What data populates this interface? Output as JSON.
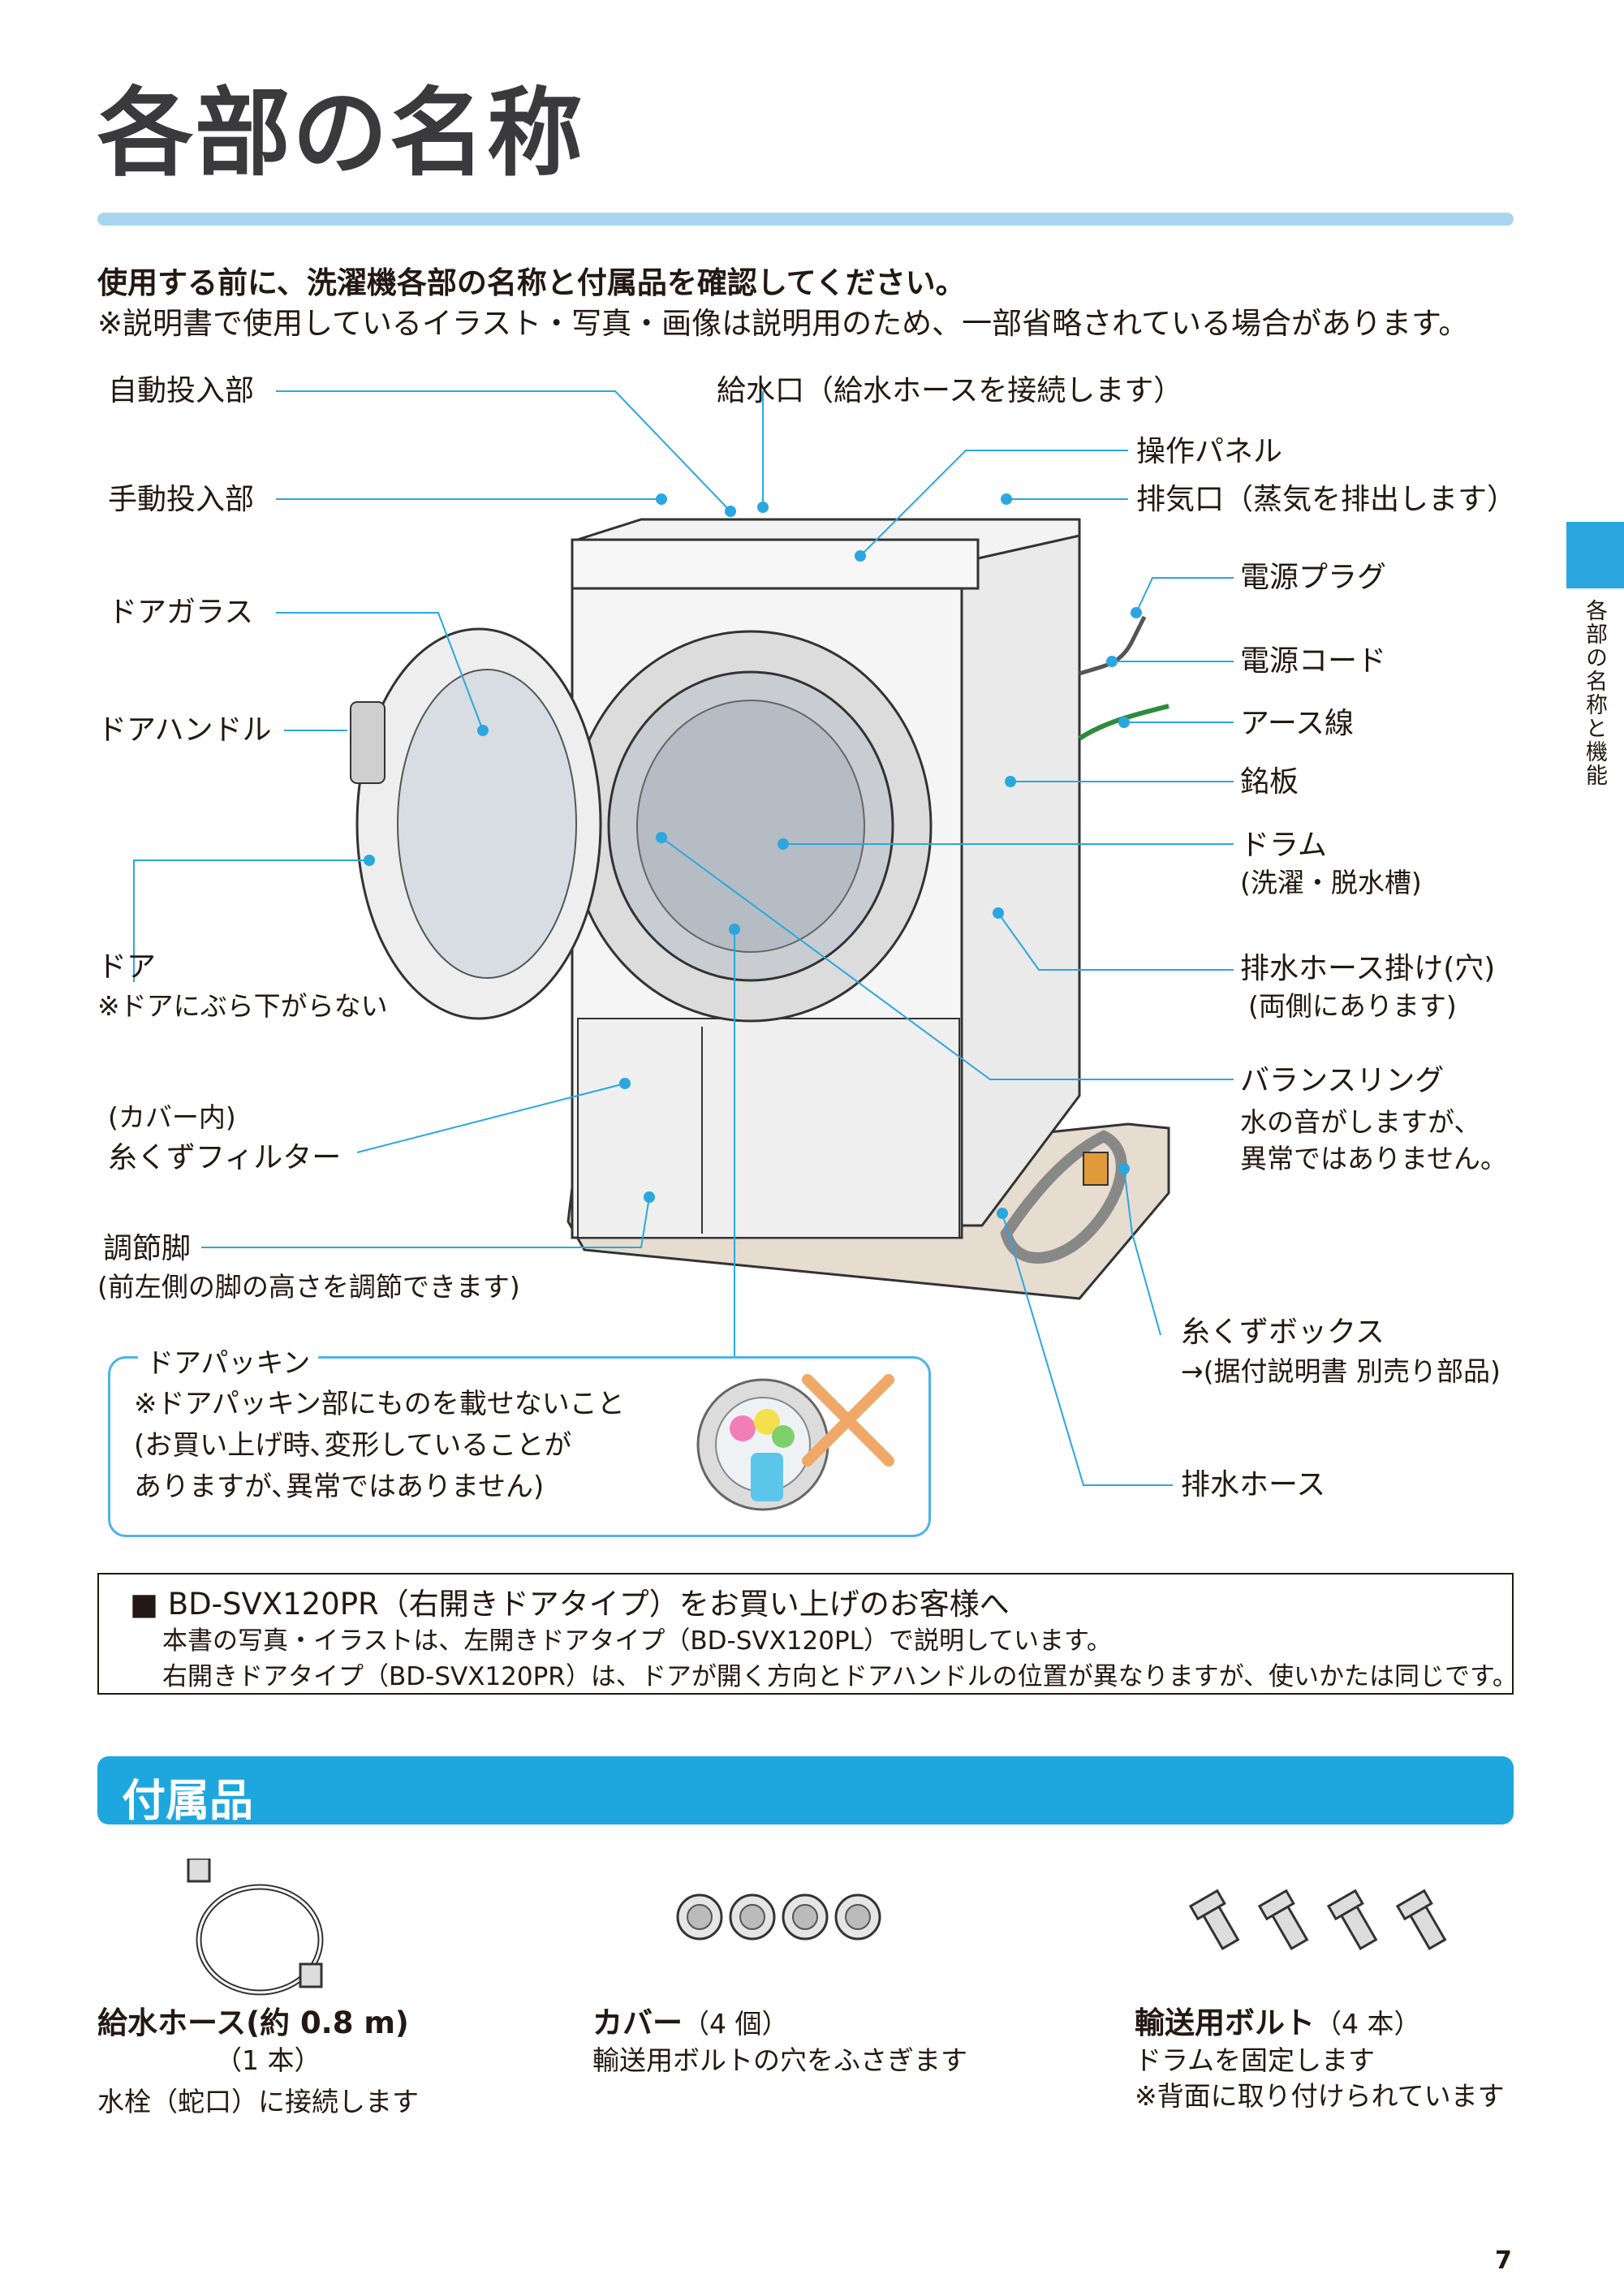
{
  "title": "各部の名称",
  "intro": {
    "line1": "使用する前に、洗濯機各部の名称と付属品を確認してください。",
    "line2": "※説明書で使用しているイラスト・写真・画像は説明用のため、一部省略されている場合があります。"
  },
  "side_tab": "各部の名称と機能",
  "labels": {
    "auto_dispenser": "自動投入部",
    "manual_dispenser": "手動投入部",
    "door_glass": "ドアガラス",
    "door_handle": "ドアハンドル",
    "door": "ドア",
    "door_note": "※ドアにぶら下がらない",
    "filter_pre": "(カバー内)",
    "filter": "糸くずフィルター",
    "foot": "調節脚",
    "foot_note": "(前左側の脚の高さを調節できます)",
    "water_inlet": "給水口（給水ホースを接続します）",
    "control_panel": "操作パネル",
    "exhaust": "排気口（蒸気を排出します）",
    "power_plug": "電源プラグ",
    "power_cord": "電源コード",
    "ground_wire": "アース線",
    "nameplate": "銘板",
    "drum": "ドラム",
    "drum_note": "(洗濯・脱水槽)",
    "drain_hook": "排水ホース掛け(穴)",
    "drain_hook_note": "(両側にあります)",
    "balance_ring": "バランスリング",
    "balance_note1": "水の音がしますが、",
    "balance_note2": "異常ではありません。",
    "lint_box": "糸くずボックス",
    "lint_box_note": "→(据付説明書 別売り部品)",
    "drain_hose": "排水ホース"
  },
  "callout": {
    "title": "ドアパッキン",
    "line1": "※ドアパッキン部にものを載せないこと",
    "line2": "(お買い上げ時､変形していることが",
    "line3": "ありますが､異常ではありません)"
  },
  "note": {
    "title": "■ BD-SVX120PR（右開きドアタイプ）をお買い上げのお客様へ",
    "line1": "本書の写真・イラストは、左開きドアタイプ（BD-SVX120PL）で説明しています。",
    "line2": "右開きドアタイプ（BD-SVX120PR）は、ドアが開く方向とドアハンドルの位置が異なりますが、使いかたは同じです。"
  },
  "accessories": {
    "title": "付属品",
    "hose_name": "給水ホース(約 0.8 m)",
    "hose_qty": "（1 本）",
    "hose_desc": "水栓（蛇口）に接続します",
    "cover_name": "カバー",
    "cover_qty": "（4 個）",
    "cover_desc": "輸送用ボルトの穴をふさぎます",
    "bolt_name": "輸送用ボルト",
    "bolt_qty": "（4 本）",
    "bolt_desc1": "ドラムを固定します",
    "bolt_desc2": "※背面に取り付けられています"
  },
  "page_number": "7",
  "colors": {
    "accent": "#1ea6de",
    "leader": "#2aa7df",
    "title_bar": "#a8d6f0"
  }
}
